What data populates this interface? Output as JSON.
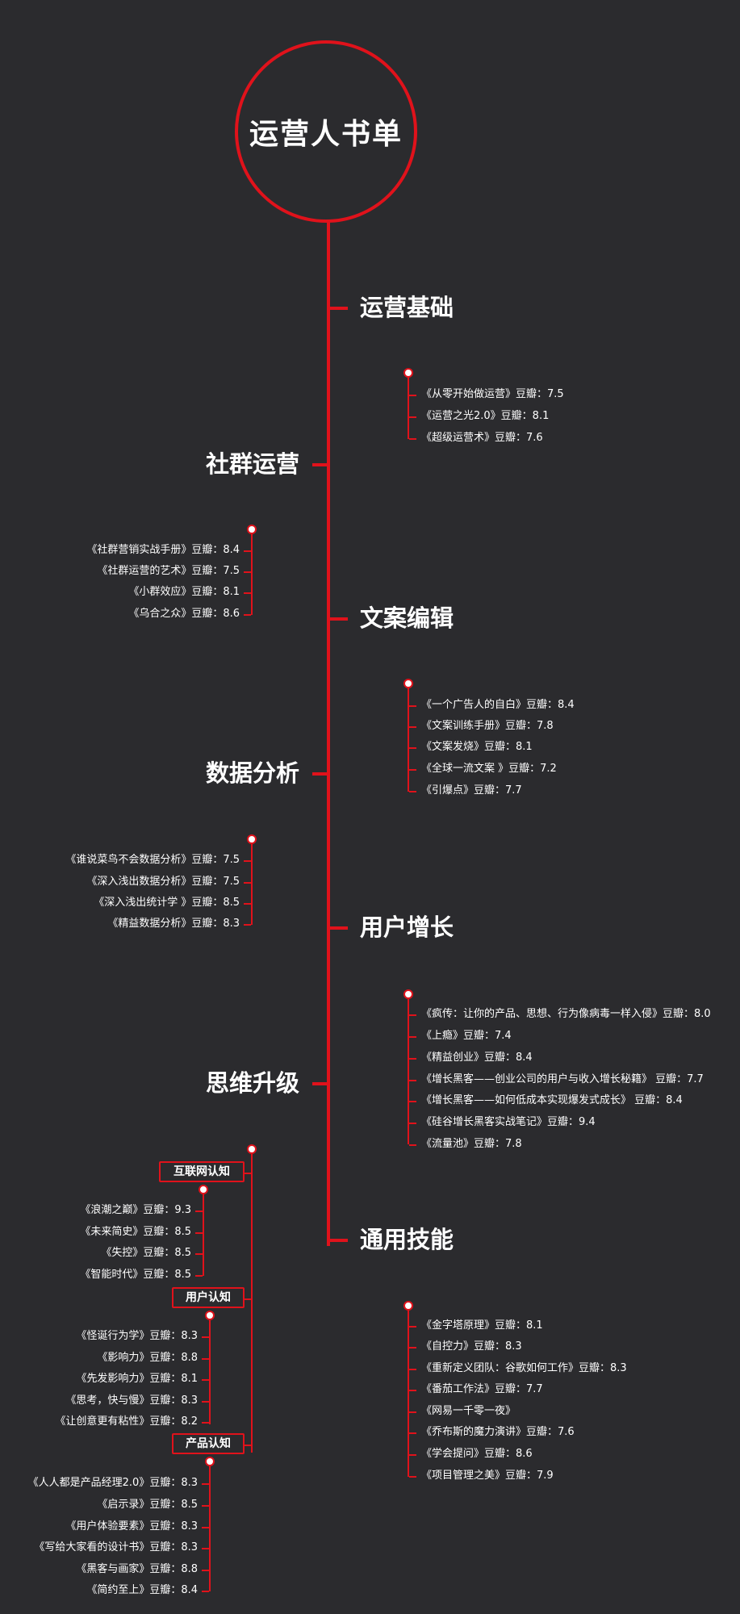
{
  "root": {
    "title": "运营人书单"
  },
  "colors": {
    "background": "#2b2b2e",
    "accent": "#e0121b",
    "text": "#ffffff"
  },
  "sections": [
    {
      "id": "yunying",
      "title": "运营基础",
      "books": [
        "《从零开始做运营》豆瓣：7.5",
        "《运营之光2.0》豆瓣：8.1",
        "《超级运营术》豆瓣：7.6"
      ]
    },
    {
      "id": "shequn",
      "title": "社群运营",
      "books": [
        "《社群营销实战手册》豆瓣：8.4",
        "《社群运营的艺术》豆瓣：7.5",
        "《小群效应》豆瓣：8.1",
        "《乌合之众》豆瓣：8.6"
      ]
    },
    {
      "id": "wenan",
      "title": "文案编辑",
      "books": [
        "《一个广告人的自白》豆瓣：8.4",
        "《文案训练手册》豆瓣：7.8",
        "《文案发烧》豆瓣：8.1",
        "《全球一流文案 》豆瓣：7.2",
        "《引爆点》豆瓣：7.7"
      ]
    },
    {
      "id": "shuju",
      "title": "数据分析",
      "books": [
        "《谁说菜鸟不会数据分析》豆瓣：7.5",
        "《深入浅出数据分析》豆瓣：7.5",
        "《深入浅出统计学 》豆瓣：8.5",
        "《精益数据分析》豆瓣：8.3"
      ]
    },
    {
      "id": "zengzhang",
      "title": "用户增长",
      "books": [
        "《疯传：让你的产品、思想、行为像病毒一样入侵》豆瓣：8.0",
        "《上瘾》豆瓣：7.4",
        "《精益创业》豆瓣：8.4",
        "《增长黑客——创业公司的用户与收入增长秘籍》 豆瓣：7.7",
        "《增长黑客——如何低成本实现爆发式成长》 豆瓣：8.4",
        "《硅谷增长黑客实战笔记》豆瓣：9.4",
        "《流量池》豆瓣：7.8"
      ]
    },
    {
      "id": "siwei",
      "title": "思维升级",
      "subcategories": [
        {
          "title": "互联网认知",
          "books": [
            "《浪潮之巅》豆瓣：9.3",
            "《未来简史》豆瓣：8.5",
            "《失控》豆瓣：8.5",
            "《智能时代》豆瓣：8.5"
          ]
        },
        {
          "title": "用户认知",
          "books": [
            "《怪诞行为学》豆瓣：8.3",
            "《影响力》豆瓣：8.8",
            "《先发影响力》豆瓣：8.1",
            "《思考，快与慢》豆瓣：8.3",
            "《让创意更有粘性》豆瓣：8.2"
          ]
        },
        {
          "title": "产品认知",
          "books": [
            "《人人都是产品经理2.0》豆瓣：8.3",
            "《启示录》豆瓣：8.5",
            "《用户体验要素》豆瓣：8.3",
            "《写给大家看的设计书》豆瓣：8.3",
            "《黑客与画家》豆瓣：8.8",
            "《简约至上》豆瓣：8.4"
          ]
        }
      ]
    },
    {
      "id": "tongyong",
      "title": "通用技能",
      "books": [
        "《金字塔原理》豆瓣：8.1",
        "《自控力》豆瓣：8.3",
        "《重新定义团队：谷歌如何工作》豆瓣：8.3",
        "《番茄工作法》豆瓣：7.7",
        "《网易一千零一夜》",
        "《乔布斯的魔力演讲》豆瓣：7.6",
        "《学会提问》豆瓣：8.6",
        "《项目管理之美》豆瓣：7.9"
      ]
    }
  ]
}
